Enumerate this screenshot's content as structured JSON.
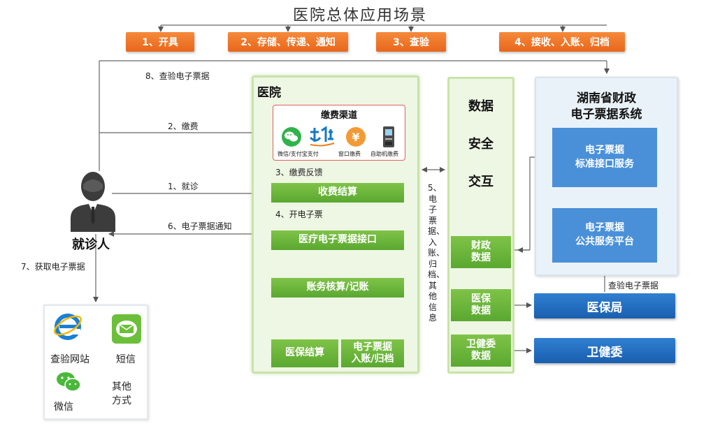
{
  "title": "医院总体应用场景",
  "steps": [
    "1、开具",
    "2、存储、传递、通知",
    "3、查验",
    "4、接收、入账、归档"
  ],
  "flows": {
    "verify_online": "8、查验电子票据",
    "pay": "2、缴费",
    "visit": "1、就诊",
    "notify": "6、电子票据通知",
    "obtain": "7、获取电子票据",
    "pay_feedback": "3、缴费反馈",
    "issue": "4、开电子票",
    "side_info": "5、电子票据、入账、归档、其他信息",
    "verify_platform": "查验电子票据"
  },
  "patient": {
    "label": "就诊人"
  },
  "hospital": {
    "title": "医院",
    "channel": {
      "title": "缴费渠道",
      "items": [
        {
          "label": "微信/支付宝支付",
          "icon": "wechat-icon"
        },
        {
          "label": "支付宝",
          "icon": "alipay-icon"
        },
        {
          "label": "窗口缴费",
          "icon": "yuan-icon"
        },
        {
          "label": "自助机缴费",
          "icon": "kiosk-icon"
        }
      ]
    },
    "charge": "收费结算",
    "interface": "医疗电子票据接口",
    "accounting": "账务核算/记账",
    "insurance_settle": "医保结算",
    "archive": "电子票据\n入账/归档"
  },
  "security": {
    "title": "数据\n安全\n交互",
    "finance_data": "财政\n数据",
    "insurance_data": "医保\n数据",
    "health_data": "卫健委\n数据"
  },
  "finance": {
    "title": "湖南省财政\n电子票据系统",
    "api": "电子票据\n标准接口服务",
    "platform": "电子票据\n公共服务平台"
  },
  "insurance_bureau": "医保局",
  "health_commission": "卫健委",
  "user_channels": {
    "website": "查验网站",
    "sms": "短信",
    "wechat": "微信",
    "other": "其他\n方式"
  },
  "colors": {
    "orange": "#ee7524",
    "green": "#6cb53c",
    "blue": "#4a90d9",
    "dark_blue": "#1f68bb"
  }
}
